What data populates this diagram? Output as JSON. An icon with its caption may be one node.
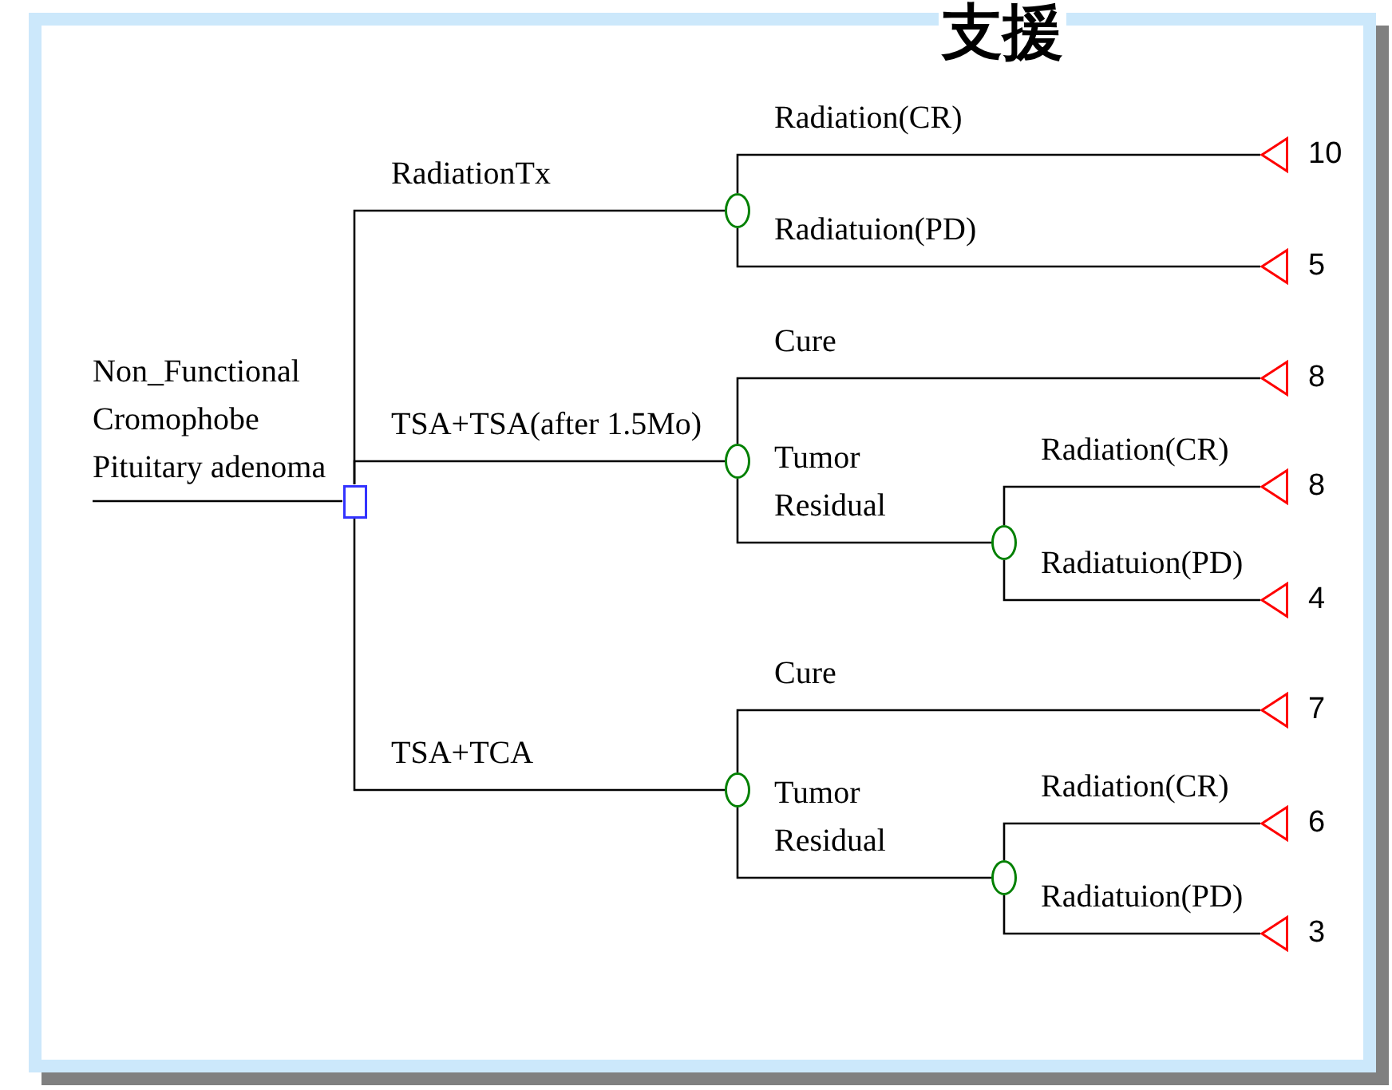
{
  "diagram": {
    "nodes": [
      {
        "text": [],
        "shape": "box"
      },
      {
        "text": [],
        "shape": "circle"
      },
      {
        "text": [],
        "shape": "triangle",
        "beside": [
          "10"
        ]
      },
      {
        "text": [],
        "shape": "triangle",
        "beside": [
          "5"
        ]
      },
      {
        "text": [],
        "shape": "circle"
      },
      {
        "text": [],
        "shape": "triangle",
        "beside": [
          "8"
        ]
      },
      {
        "text": [],
        "shape": "circle"
      },
      {
        "text": [],
        "shape": "triangle",
        "beside": [
          "8"
        ]
      },
      {
        "text": [],
        "shape": "triangle",
        "beside": [
          "4"
        ]
      },
      {
        "text": [],
        "shape": "circle"
      },
      {
        "text": [],
        "shape": "triangle",
        "beside": [
          "7"
        ]
      },
      {
        "text": [],
        "shape": "circle"
      },
      {
        "text": [],
        "shape": "triangle",
        "beside": [
          "6"
        ]
      },
      {
        "text": [],
        "shape": "triangle",
        "beside": [
          "3"
        ]
      }
    ],
    "edges": [
      {
        "from": null,
        "to": 0,
        "arrow": "none",
        "label": "Non_Functional Cromophobe Pituitary adenoma"
      },
      {
        "from": 0,
        "to": 1,
        "arrow": "none",
        "label": "RadiationTx"
      },
      {
        "from": 1,
        "to": 2,
        "arrow": "none",
        "label": "Radiation(CR)"
      },
      {
        "from": 1,
        "to": 3,
        "arrow": "none",
        "label": "Radiatuion(PD)"
      },
      {
        "from": 0,
        "to": 4,
        "arrow": "none",
        "label": "TSA+TSA(after 1.5Mo)"
      },
      {
        "from": 4,
        "to": 5,
        "arrow": "none",
        "label": "Cure"
      },
      {
        "from": 4,
        "to": 6,
        "arrow": "none",
        "label": "Tumor Residual"
      },
      {
        "from": 6,
        "to": 7,
        "arrow": "none",
        "label": "Radiation(CR)"
      },
      {
        "from": 6,
        "to": 8,
        "arrow": "none",
        "label": "Radiatuion(PD)"
      },
      {
        "from": 0,
        "to": 9,
        "arrow": "none",
        "label": "TSA+TCA"
      },
      {
        "from": 9,
        "to": 10,
        "arrow": "none",
        "label": "Cure"
      },
      {
        "from": 9,
        "to": 11,
        "arrow": "none",
        "label": "Tumor Residual"
      },
      {
        "from": 11,
        "to": 12,
        "arrow": "none",
        "label": "Radiation(CR)"
      },
      {
        "from": 11,
        "to": 13,
        "arrow": "none",
        "label": "Radiatuion(PD)"
      }
    ],
    "labels": [
      "支援"
    ]
  }
}
